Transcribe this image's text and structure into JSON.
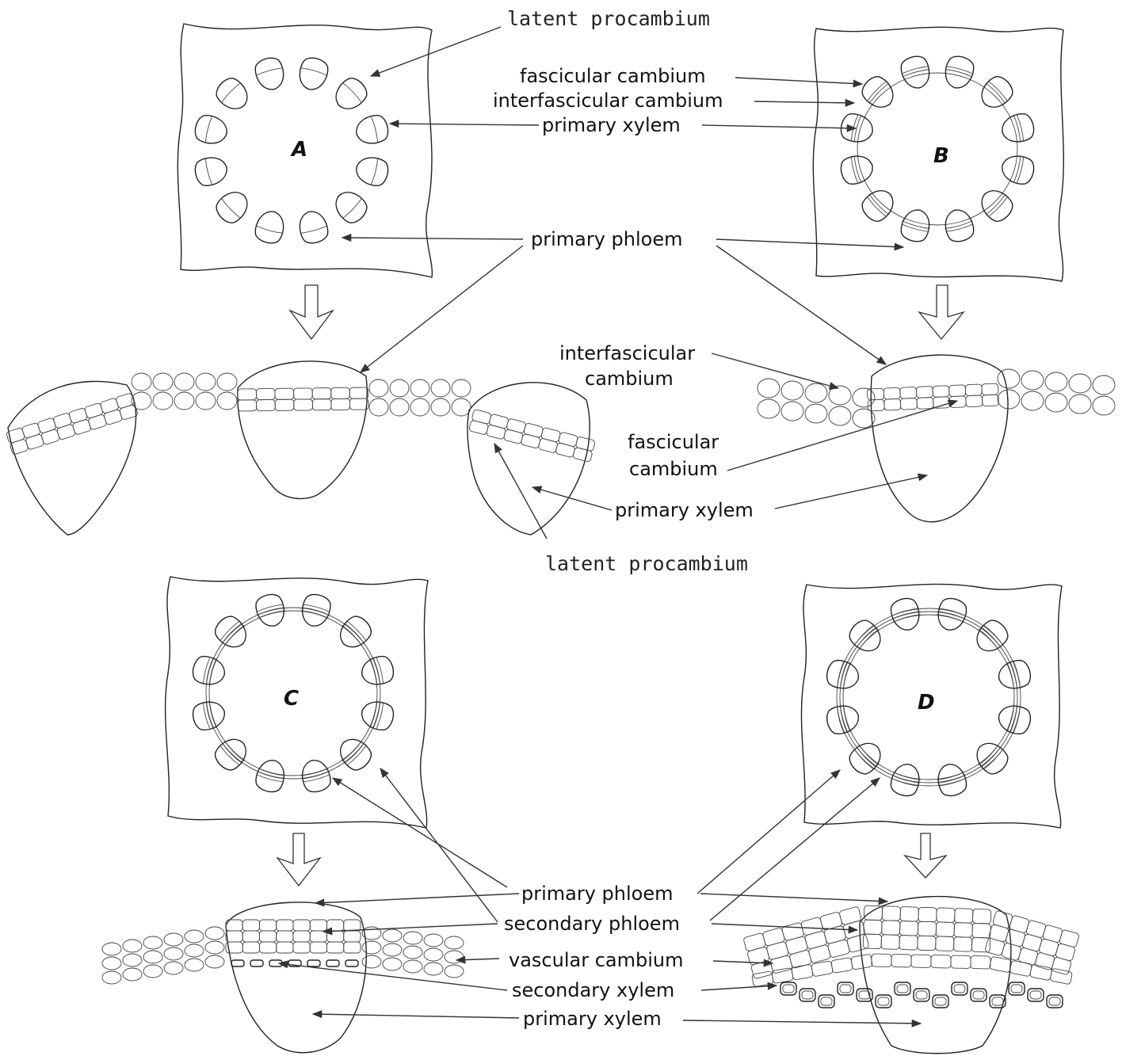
{
  "panels": {
    "A": "A",
    "B": "B",
    "C": "C",
    "D": "D"
  },
  "labels": {
    "top_latent_procambium": "latent procambium",
    "fascicular_cambium": "fascicular cambium",
    "interfascicular_cambium": "interfascicular cambium",
    "primary_xylem_top": "primary xylem",
    "primary_phloem_top": "primary phloem",
    "interfascicular_cambium_mid_line1": "interfascicular",
    "interfascicular_cambium_mid_line2": "cambium",
    "fascicular_cambium_mid_line1": "fascicular",
    "fascicular_cambium_mid_line2": "cambium",
    "primary_xylem_mid": "primary xylem",
    "latent_procambium_mid": "latent procambium",
    "primary_phloem_bottom": "primary phloem",
    "secondary_phloem": "secondary phloem",
    "vascular_cambium": "vascular cambium",
    "secondary_xylem": "secondary xylem",
    "primary_xylem_bottom": "primary xylem"
  }
}
